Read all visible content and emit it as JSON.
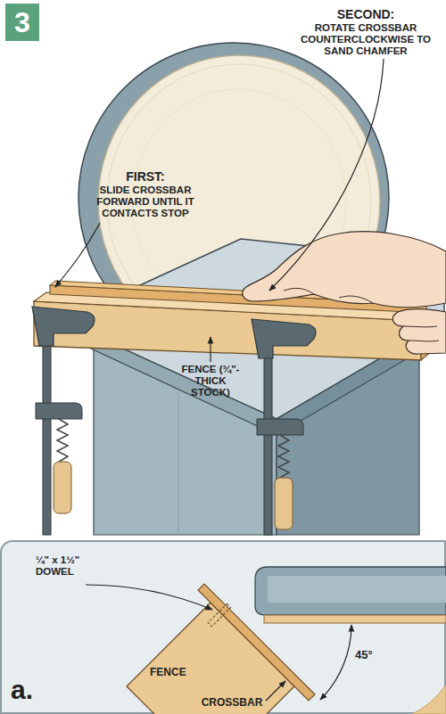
{
  "diagram": {
    "nodes": [
      {
        "text": [
          "3"
        ]
      },
      {
        "text": [
          "a."
        ]
      }
    ],
    "labels": [
      "SECOND:",
      "ROTATE CROSSBAR COUNTERCLOCKWISE TO SAND CHAMFER",
      "FIRST:",
      "SLIDE CROSSBAR FORWARD UNTIL IT CONTACTS STOP",
      "FENCE (¾\"-THICK STOCK)",
      "¼\" x 1½\" DOWEL",
      "FENCE",
      "CROSSBAR",
      "45°"
    ]
  }
}
